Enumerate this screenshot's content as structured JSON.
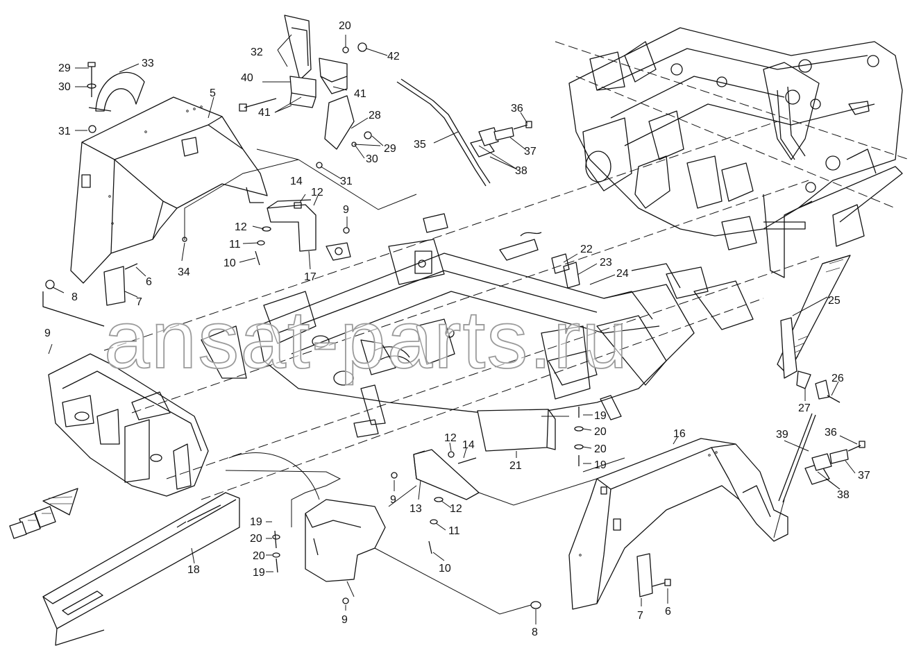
{
  "diagram": {
    "watermark": "ansat-parts.ru",
    "corner_mark": "",
    "callouts": {
      "c5": "5",
      "c6a": "6",
      "c6b": "6",
      "c7a": "7",
      "c7b": "7",
      "c8a": "8",
      "c8b": "8",
      "c9a": "9",
      "c9b": "9",
      "c9c": "9",
      "c9d": "9",
      "c10a": "10",
      "c10b": "10",
      "c11a": "11",
      "c11b": "11",
      "c12a": "12",
      "c12b": "12",
      "c12c": "12",
      "c12d": "12",
      "c13": "13",
      "c14a": "14",
      "c14b": "14",
      "c16": "16",
      "c17": "17",
      "c18": "18",
      "c19a": "19",
      "c19b": "19",
      "c19c": "19",
      "c19d": "19",
      "c20a": "20",
      "c20b": "20",
      "c20c": "20",
      "c20d": "20",
      "c20e": "20",
      "c21": "21",
      "c22": "22",
      "c23": "23",
      "c24": "24",
      "c25": "25",
      "c26": "26",
      "c27": "27",
      "c28": "28",
      "c29a": "29",
      "c29b": "29",
      "c30a": "30",
      "c30b": "30",
      "c31a": "31",
      "c31b": "31",
      "c32": "32",
      "c33": "33",
      "c34": "34",
      "c35": "35",
      "c36a": "36",
      "c36b": "36",
      "c37a": "37",
      "c37b": "37",
      "c38a": "38",
      "c38b": "38",
      "c39": "39",
      "c40": "40",
      "c41a": "41",
      "c41b": "41",
      "c42": "42"
    }
  }
}
